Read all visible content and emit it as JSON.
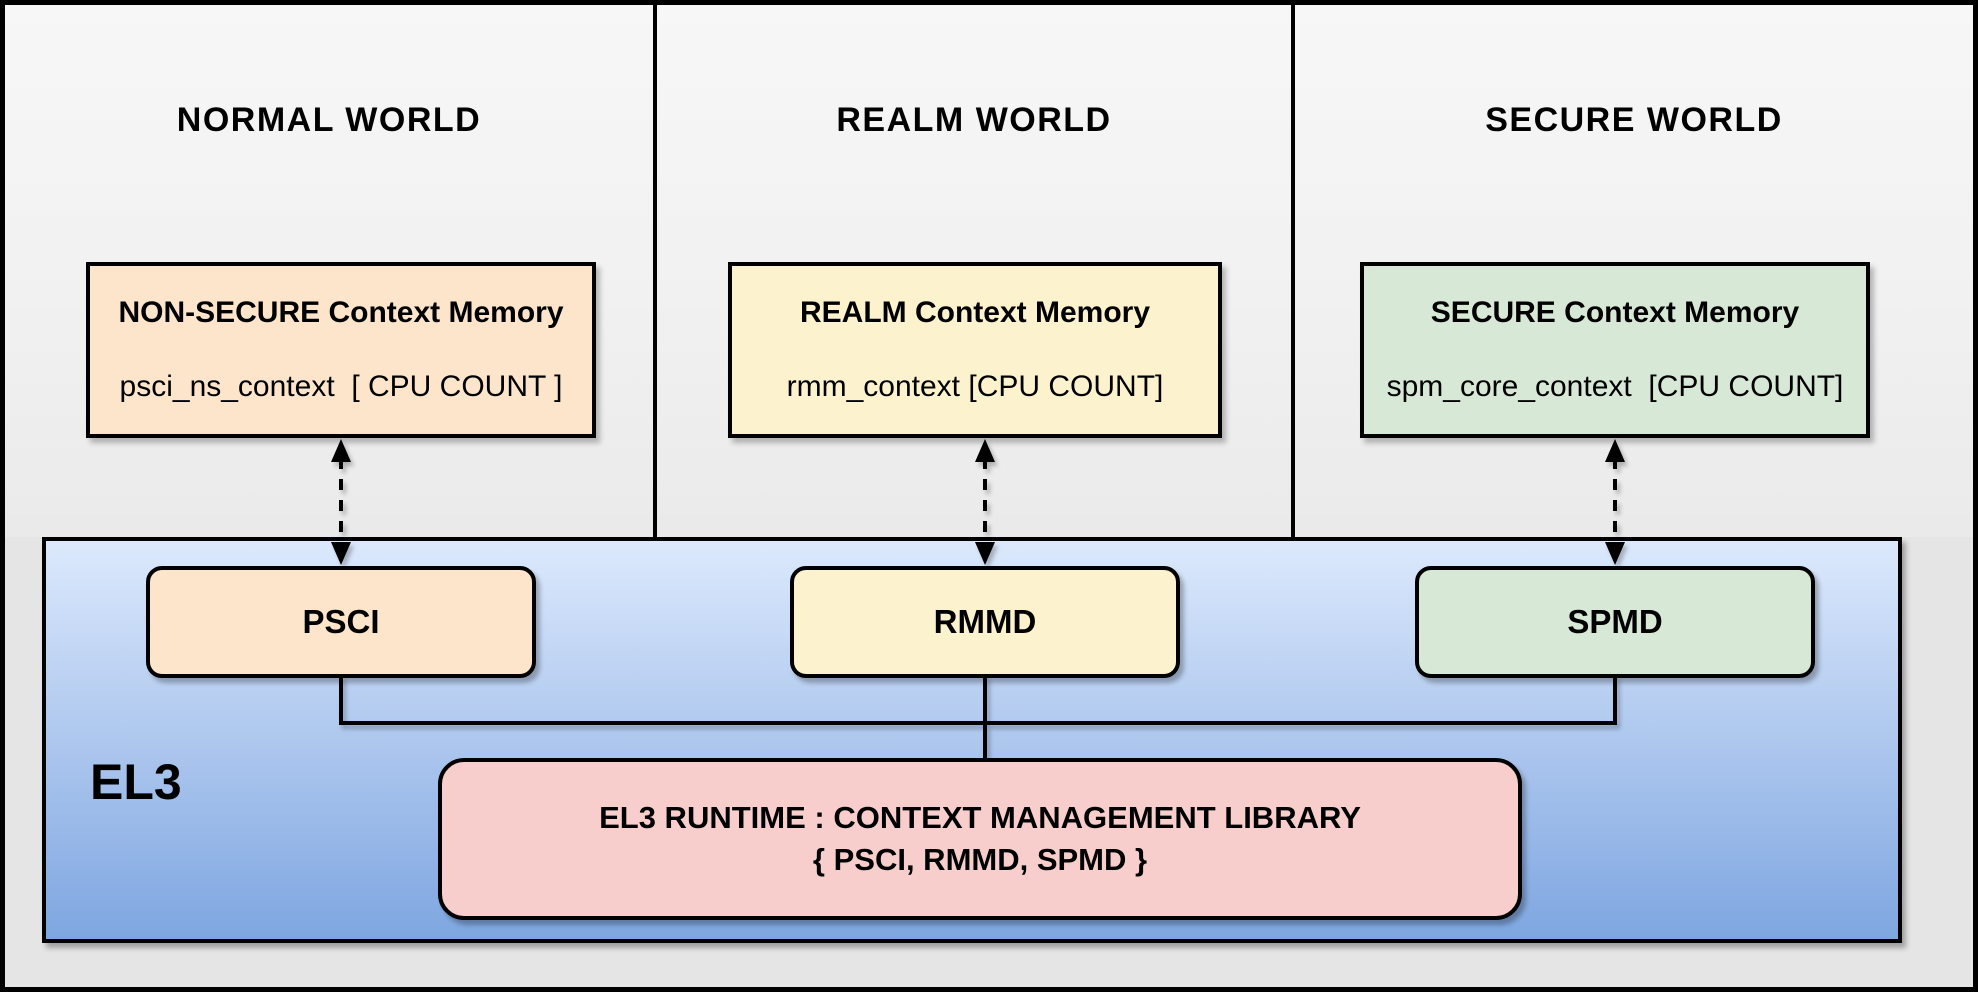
{
  "diagram": {
    "worlds": [
      {
        "title": "NORMAL WORLD",
        "memory": {
          "title": "NON-SECURE Context Memory",
          "value": "psci_ns_context  [ CPU COUNT ]"
        },
        "dispatcher": "PSCI",
        "fill": "#FCE5CB"
      },
      {
        "title": "REALM WORLD",
        "memory": {
          "title": "REALM Context Memory",
          "value": "rmm_context [CPU COUNT]"
        },
        "dispatcher": "RMMD",
        "fill": "#FDF2CE"
      },
      {
        "title": "SECURE WORLD",
        "memory": {
          "title": "SECURE Context Memory",
          "value": "spm_core_context  [CPU COUNT]"
        },
        "dispatcher": "SPMD",
        "fill": "#D7E8D6"
      }
    ],
    "el3": {
      "label": "EL3",
      "runtime": {
        "line1": "EL3 RUNTIME : CONTEXT MANAGEMENT LIBRARY",
        "line2": "{ PSCI, RMMD, SPMD }"
      },
      "fill_top": "#DCE9FC",
      "fill_bottom": "#7EA6E0",
      "runtime_fill": "#F7CECC"
    },
    "colors": {
      "outline": "#000000",
      "canvas_bg": "#E5E5E5",
      "panel_bg_top": "#F7F7F7",
      "panel_bg_bottom": "#EAEAEA"
    }
  }
}
